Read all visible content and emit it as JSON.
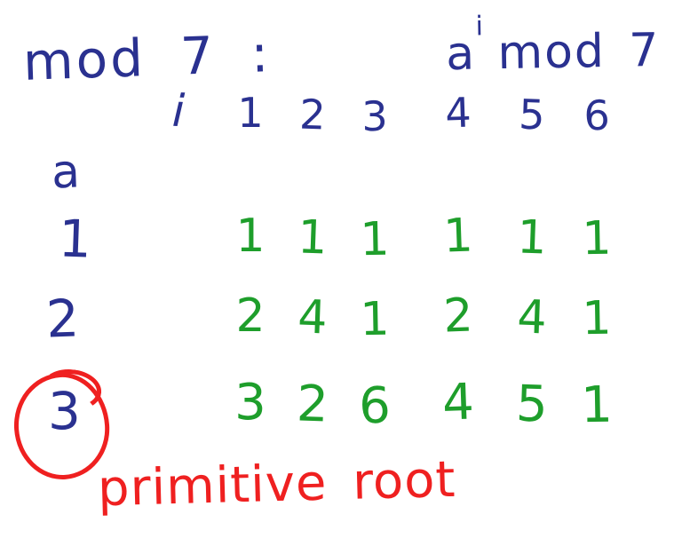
{
  "title": "mod 7 :",
  "formula": {
    "base": "a",
    "exponent": "i",
    "suffix": "mod 7"
  },
  "table": {
    "col_axis_label": "i",
    "row_axis_label": "a",
    "column_headers": [
      "1",
      "2",
      "3",
      "4",
      "5",
      "6"
    ],
    "rows": [
      {
        "label": "1",
        "circled": false,
        "values": [
          "1",
          "1",
          "1",
          "1",
          "1",
          "1"
        ]
      },
      {
        "label": "2",
        "circled": false,
        "values": [
          "2",
          "4",
          "1",
          "2",
          "4",
          "1"
        ]
      },
      {
        "label": "3",
        "circled": true,
        "values": [
          "3",
          "2",
          "6",
          "4",
          "5",
          "1"
        ]
      }
    ]
  },
  "annotation": {
    "text": "primitive root"
  },
  "colors": {
    "ink_blue": "#2a3190",
    "ink_green": "#1e9e2b",
    "ink_red": "#ef2020",
    "background": "#ffffff"
  }
}
